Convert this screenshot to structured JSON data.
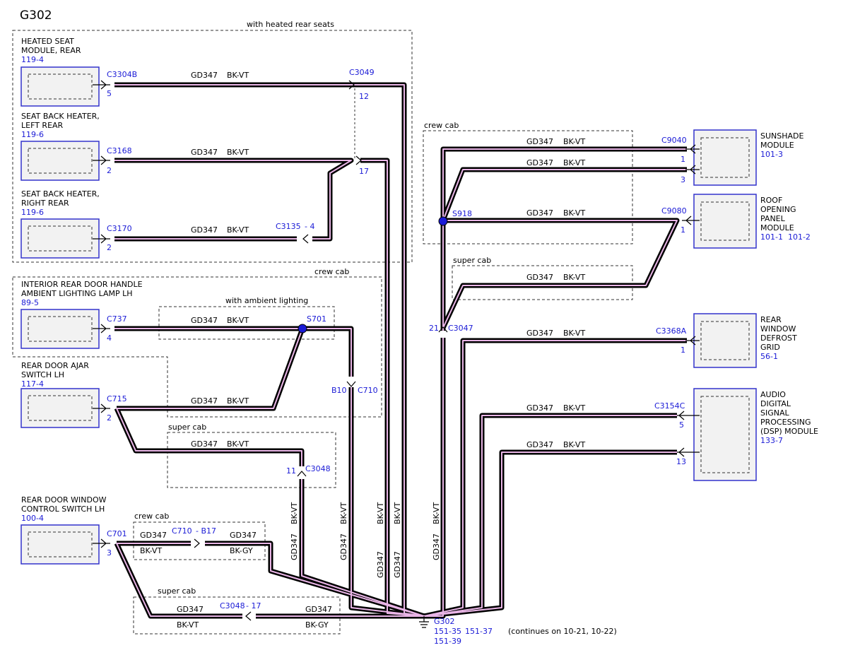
{
  "diagram": {
    "title": "G302",
    "regions": {
      "heated_rear_seats": "with heated rear seats",
      "crew_cab_left": "crew cab",
      "with_ambient_lighting": "with ambient lighting",
      "super_cab_left": "super cab",
      "crew_cab_window": "crew cab",
      "super_cab_window": "super cab",
      "crew_cab_right": "crew cab",
      "super_cab_right": "super cab"
    },
    "components": {
      "heated_seat_module": {
        "name1": "HEATED SEAT",
        "name2": "MODULE, REAR",
        "ref": "119-4"
      },
      "seat_back_left": {
        "name1": "SEAT BACK HEATER,",
        "name2": "LEFT REAR",
        "ref": "119-6"
      },
      "seat_back_right": {
        "name1": "SEAT BACK HEATER,",
        "name2": "RIGHT REAR",
        "ref": "119-6"
      },
      "door_handle_lamp": {
        "name1": "INTERIOR REAR DOOR HANDLE",
        "name2": "AMBIENT LIGHTING LAMP LH",
        "ref": "89-5"
      },
      "door_ajar": {
        "name1": "REAR DOOR AJAR",
        "name2": "SWITCH LH",
        "ref": "117-4"
      },
      "window_switch": {
        "name1": "REAR DOOR WINDOW",
        "name2": "CONTROL SWITCH LH",
        "ref": "100-4"
      },
      "sunshade": {
        "name1": "SUNSHADE",
        "name2": "MODULE",
        "ref": "101-3"
      },
      "roof_panel": {
        "name1": "ROOF",
        "name2": "OPENING",
        "name3": "PANEL",
        "name4": "MODULE",
        "ref": "101-1  101-2"
      },
      "rear_defrost": {
        "name1": "REAR",
        "name2": "WINDOW",
        "name3": "DEFROST",
        "name4": "GRID",
        "ref": "56-1"
      },
      "dsp_module": {
        "name1": "AUDIO",
        "name2": "DIGITAL",
        "name3": "SIGNAL",
        "name4": "PROCESSING",
        "name5": "(DSP) MODULE",
        "ref": "133-7"
      }
    },
    "connectors": {
      "c3304b": "C3304B",
      "c3304b_pin": "5",
      "c3049": "C3049",
      "c3049_pin": "12",
      "c3168": "C3168",
      "c3168_pin": "2",
      "c3049_pin17": "17",
      "c3170": "C3170",
      "c3170_pin": "2",
      "c3135": "C3135",
      "c3135_pin": "- 4",
      "c737": "C737",
      "c737_pin": "4",
      "s701": "S701",
      "c710": "C710",
      "c710_pin": "B10",
      "c715": "C715",
      "c715_pin": "2",
      "c3048": "C3048",
      "c3048_pin": "11",
      "c701": "C701",
      "c701_pin": "3",
      "c710b": "C710",
      "c710b_pin": "- B17",
      "c3048b": "C3048",
      "c3048b_pin": "- 17",
      "c9040": "C9040",
      "c9040_pin1": "1",
      "c9040_pin3": "3",
      "s918": "S918",
      "c9080": "C9080",
      "c9080_pin": "1",
      "c3047": "C3047",
      "c3047_pin": "21",
      "c3368a": "C3368A",
      "c3368a_pin": "1",
      "c3154c": "C3154C",
      "c3154c_pin5": "5",
      "c3154c_pin13": "13"
    },
    "wire": {
      "circuit": "GD347",
      "color": "BK-VT",
      "color_alt": "BK-GY"
    },
    "ground": {
      "name": "G302",
      "ref1": "151-35",
      "ref2": "151-37",
      "ref3": "151-39"
    },
    "continues": "(continues on 10-21, 10-22)"
  }
}
